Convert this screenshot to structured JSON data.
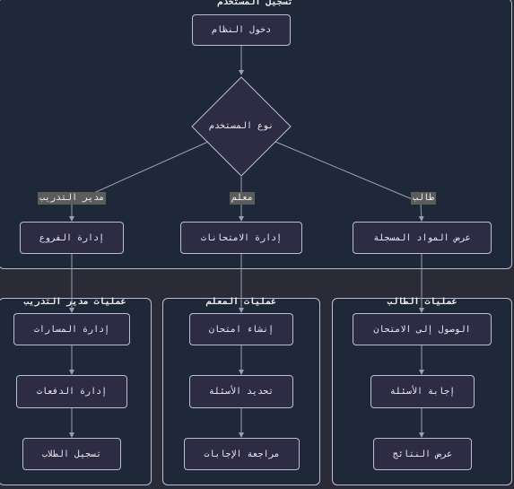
{
  "colors": {
    "background": "#2a2b36",
    "cluster_fill": "#1e2838",
    "node_fill": "#2e2c45",
    "stroke": "#b9bfd0",
    "edge": "#9aa0b2",
    "edge_label_bg": "#5c5c5c"
  },
  "clusters": {
    "registration": {
      "title": "تسجيل المستخدم"
    },
    "admin": {
      "title": "عمليات مدير التدريب"
    },
    "teacher": {
      "title": "عمليات المعلم"
    },
    "student": {
      "title": "عمليات الطالب"
    }
  },
  "nodes": {
    "login": "دخول النظام",
    "user_type": "نوع المستخدم",
    "manage_branches": "إدارة الفروع",
    "manage_exams": "إدارة الامتحانات",
    "view_courses": "عرض المواد المسجلة",
    "manage_tracks": "إدارة المسارات",
    "manage_batches": "إدارة الدفعات",
    "register_students": "تسجيل الطلاب",
    "create_exam": "إنشاء امتحان",
    "select_questions": "تحديد الأسئلة",
    "review_answers": "مراجعة الإجابات",
    "access_exam": "الوصول إلى الامتحان",
    "answer_questions": "إجابة الأسئلة",
    "view_results": "عرض النتائج"
  },
  "edge_labels": {
    "admin": "مدير التدريب",
    "teacher": "معلم",
    "student": "طالب"
  }
}
